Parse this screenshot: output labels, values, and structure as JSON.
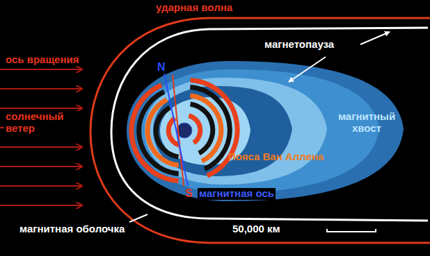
{
  "diagram": {
    "labels": [
      "ударная волна",
      "магнетопауза",
      "ось вращения",
      "солнечный ветер",
      "N",
      "магнитный хвост",
      "Пояса Ван Аллена",
      "S",
      "магнитная ось",
      "магнитная оболочка",
      "50,000 км"
    ]
  }
}
